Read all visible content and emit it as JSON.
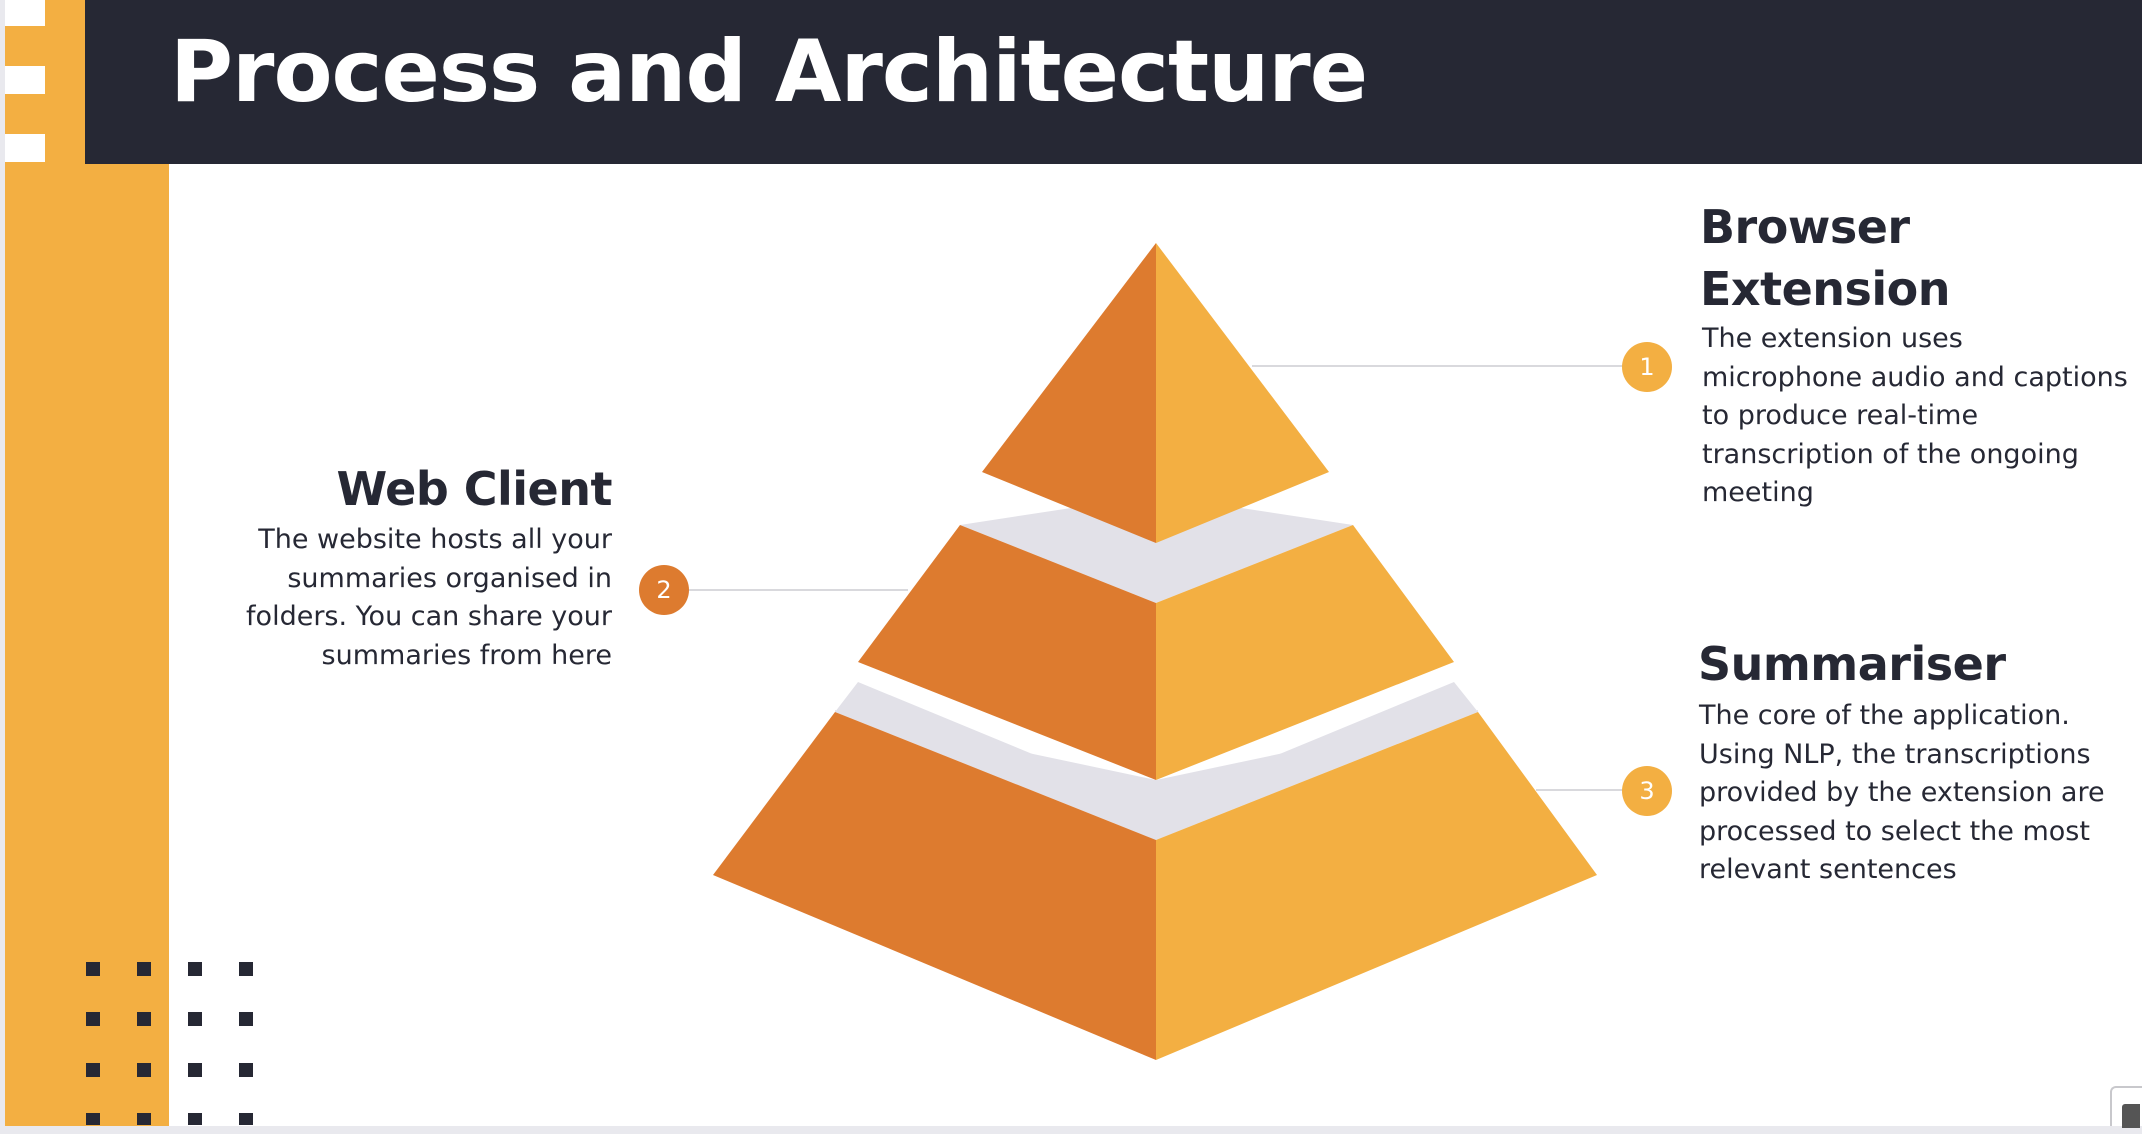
{
  "slide": {
    "title": "Process and Architecture"
  },
  "colors": {
    "dark": "#262834",
    "accent_light": "#f3af42",
    "accent_dark": "#dd7b2f",
    "separator": "#e2e1e8",
    "connector": "#d9d9dd"
  },
  "layers": [
    {
      "number": "1",
      "heading": "Browser Extension",
      "heading_lines": [
        "Browser",
        "Extension"
      ],
      "description_lines": [
        "The extension uses",
        "microphone audio and captions",
        "to produce real-time",
        "transcription of the ongoing",
        "meeting"
      ]
    },
    {
      "number": "2",
      "heading": "Web Client",
      "description_lines": [
        "The website hosts all your",
        "summaries organised in",
        "folders. You can share your",
        "summaries from here"
      ]
    },
    {
      "number": "3",
      "heading": "Summariser",
      "description_lines": [
        "The core of the application.",
        "Using NLP, the transcriptions",
        "provided by the extension are",
        "processed to select the most",
        "relevant  sentences"
      ]
    }
  ]
}
